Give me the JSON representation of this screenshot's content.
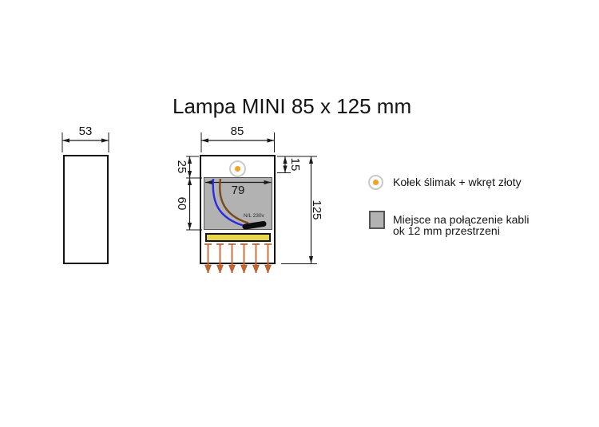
{
  "title": "Lampa MINI 85 x 125 mm",
  "side_view": {
    "width_dim": "53"
  },
  "front_view": {
    "width_dim": "85",
    "inner_width_dim": "79",
    "screw_row_offset_dim": "25",
    "cable_area_height_dim": "60",
    "top_offset_dim": "15",
    "total_height_dim": "125",
    "connector_label": "N/L 230v"
  },
  "legend": {
    "item1": {
      "label": "Kołek ślimak + wkręt złoty"
    },
    "item2": {
      "line1": "Miejsce na połączenie kabli",
      "line2": "ok 12 mm przestrzeni"
    }
  },
  "colors": {
    "outline": "#141414",
    "dim_line": "#1a1a1a",
    "gray_fill": "#b2b2b2",
    "gray_border": "#555555",
    "yellow_fill": "#e9d54b",
    "arrow_orange": "#c4652f",
    "dot_orange": "#f2a227",
    "circle_border": "#c9c9c9",
    "wire_blue": "#2b2be0",
    "wire_brown": "#7a4a1e",
    "connector_black": "#0d0d0d"
  }
}
